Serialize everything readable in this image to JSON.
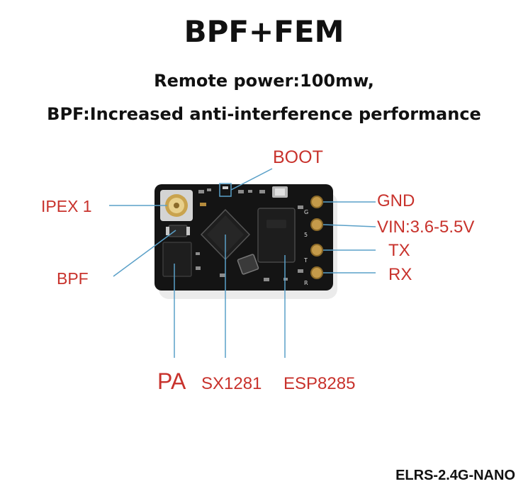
{
  "header": {
    "title": "BPF+FEM",
    "line1": "Remote power:100mw,",
    "line2": "BPF:Increased anti-interference performance"
  },
  "labels": {
    "boot": "BOOT",
    "ipex": "IPEX 1",
    "bpf": "BPF",
    "gnd": "GND",
    "vin": "VIN:3.6-5.5V",
    "tx": "TX",
    "rx": "RX",
    "pa": "PA",
    "sx": "SX1281",
    "esp": "ESP8285"
  },
  "board": {
    "pad_marks": [
      "G",
      "5",
      "T",
      "R"
    ]
  },
  "footer": {
    "model": "ELRS-2.4G-NANO"
  },
  "colors": {
    "label_red": "#c8322c",
    "leader_blue": "#5aa0c8",
    "board": "#141414",
    "gold": "#c49a4a"
  }
}
